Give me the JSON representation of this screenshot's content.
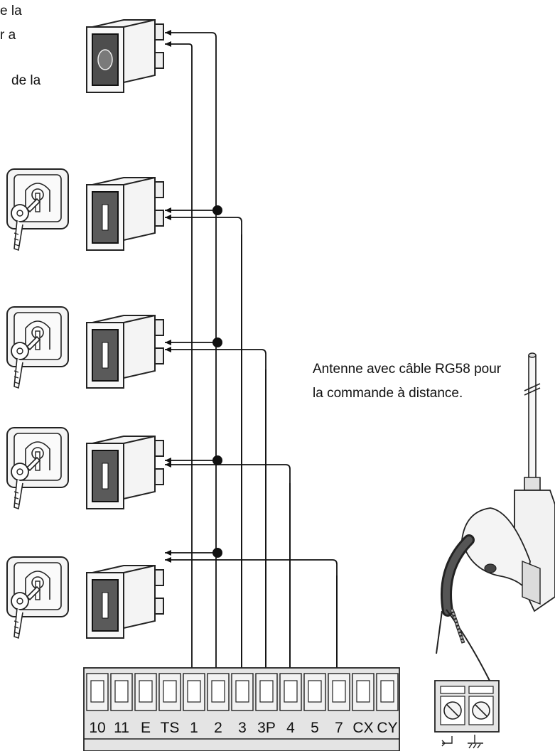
{
  "left_text": {
    "line1": "e la",
    "line2": "r a",
    "line3": "de la"
  },
  "antenna_caption": {
    "line1": "Antenne avec câble RG58 pour",
    "line2": "la commande à distance."
  },
  "terminal_block": {
    "labels": [
      "10",
      "11",
      "E",
      "TS",
      "1",
      "2",
      "3",
      "3P",
      "4",
      "5",
      "7",
      "CX",
      "CY"
    ]
  },
  "devices": [
    {
      "type": "push-button"
    },
    {
      "type": "key-selector + push-button"
    },
    {
      "type": "key-selector + push-button"
    },
    {
      "type": "key-selector + push-button"
    },
    {
      "type": "key-selector + push-button"
    }
  ],
  "antenna_terminals": {
    "symbols": [
      "signal-icon",
      "ground-icon"
    ]
  }
}
